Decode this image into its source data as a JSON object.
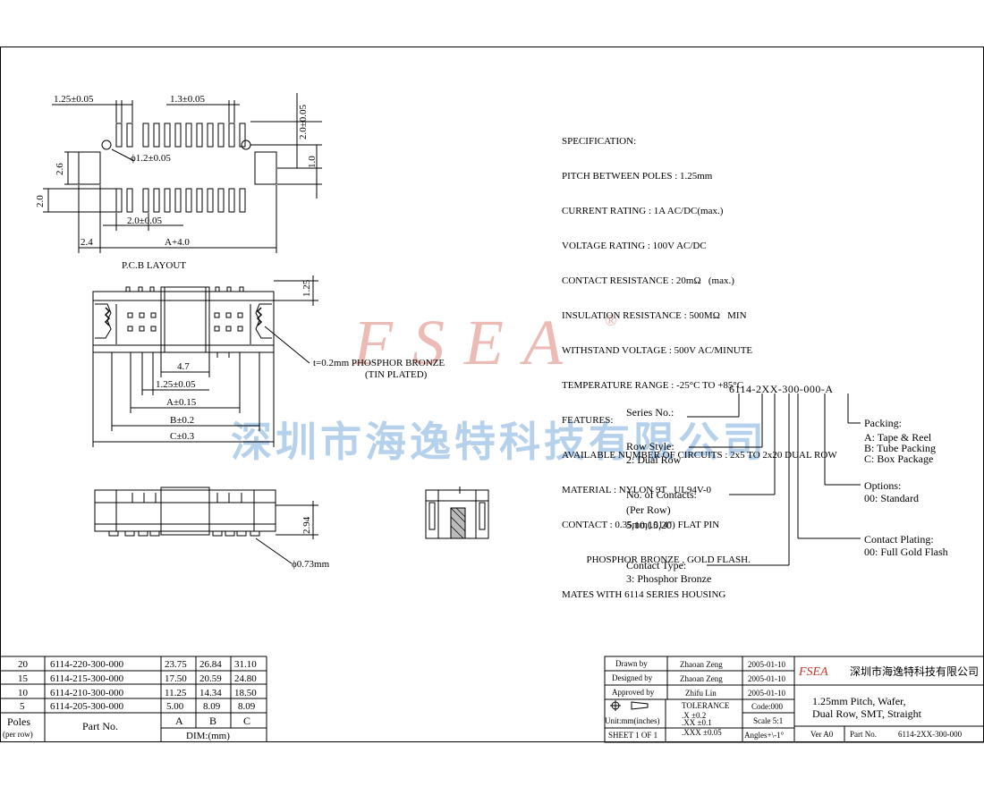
{
  "watermark": {
    "brand": "FSEA",
    "company": "深圳市海逸特科技有限公司",
    "brand_color": "#e8a6a0",
    "company_color": "#9fc3e6"
  },
  "pcb": {
    "title": "P.C.B LAYOUT",
    "dim_pitch_left": "1.25±0.05",
    "dim_pitch_top": "1.3±0.05",
    "dim_hole": "ϕ1.2±0.05",
    "dim_2_6": "2.6",
    "dim_2_0_left": "2.0",
    "dim_2_0_mid": "2.0±0.05",
    "dim_2_4": "2.4",
    "dim_a4": "A+4.0",
    "dim_right_top": "2.0±0.05",
    "dim_right_1": "1.0"
  },
  "front": {
    "dim_1_25": "1.25",
    "dim_4_7": "4.7",
    "dim_pitch": "1.25±0.05",
    "dim_a": "A±0.15",
    "dim_b": "B±0.2",
    "dim_c": "C±0.3",
    "note1": "t=0.2mm PHOSPHOR BRONZE",
    "note2": "(TIN PLATED)"
  },
  "side": {
    "dim_2_94": "2.94",
    "dim_pin": "ϕ0.73mm"
  },
  "spec": [
    "SPECIFICATION:",
    "PITCH BETWEEN POLES : 1.25mm",
    "CURRENT RATING : 1A AC/DC(max.)",
    "VOLTAGE RATING : 100V AC/DC",
    "CONTACT RESISTANCE : 20mΩ   (max.)",
    "INSULATION RESISTANCE : 500MΩ   MIN",
    "WITHSTAND VOLTAGE : 500V AC/MINUTE",
    "TEMPERATURE RANGE : -25°C TO +85°C",
    "FEATURES:",
    "AVAILABLE NUMBER OF CIRCUITS : 2x5 TO 2x20 DUAL ROW",
    "MATERIAL : NYLON 9T   UL94V-0",
    "CONTACT : 0.35mm(.014\") FLAT PIN",
    "          PHOSPHOR BRONZE , GOLD FLASH.",
    "MATES WITH 6114 SERIES HOUSING"
  ],
  "code": {
    "part": "6114-2XX-300-000-A",
    "series": "Series No.:",
    "row_style": "Row Style:",
    "row_style_val": "2: Dual Row",
    "contacts": "No. of Contacts:",
    "per_row": "(Per Row)",
    "contacts_val": "5,10,15,20",
    "contact_type": "Contact Type:",
    "contact_type_val": "3: Phosphor Bronze",
    "packing": "Packing:",
    "packing_a": "A: Tape & Reel",
    "packing_b": "B: Tube Packing",
    "packing_c": "C: Box Package",
    "options": "Options:",
    "options_val": "00: Standard",
    "plating": "Contact Plating:",
    "plating_val": "00: Full Gold Flash"
  },
  "table": {
    "rows": [
      {
        "poles": "20",
        "part": "6114-220-300-000",
        "a": "23.75",
        "b": "26.84",
        "c": "31.10"
      },
      {
        "poles": "15",
        "part": "6114-215-300-000",
        "a": "17.50",
        "b": "20.59",
        "c": "24.80"
      },
      {
        "poles": "10",
        "part": "6114-210-300-000",
        "a": "11.25",
        "b": "14.34",
        "c": "18.50"
      },
      {
        "poles": "5",
        "part": "6114-205-300-000",
        "a": "5.00",
        "b": "8.09",
        "c": "8.09"
      }
    ],
    "h_poles": "Poles",
    "h_per_row": "(per row)",
    "h_part": "Part No.",
    "h_a": "A",
    "h_b": "B",
    "h_c": "C",
    "h_dim": "DIM:(mm)"
  },
  "title_block": {
    "drawn_lbl": "Drawn   by",
    "drawn": "Zhaoan Zeng",
    "drawn_date": "2005-01-10",
    "designed_lbl": "Designed  by",
    "designed": "Zhaoan Zeng",
    "designed_date": "2005-01-10",
    "approved_lbl": "Approved  by",
    "approved": "Zhifu Lin",
    "approved_date": "2005-01-10",
    "units": "Unit:mm(inches)",
    "tolerance": "TOLERANCE",
    "tol_x": ".X      ±0.2",
    "tol_xx": ".XX     ±0.1",
    "tol_xxx": ".XXX   ±0.05",
    "code": "Code:000",
    "scale": "Scale 5:1",
    "angles": "Angles+\\-1°",
    "sheet": "SHEET 1 OF 1",
    "logo": "FSEA",
    "company": "深圳市海逸特科技有限公司",
    "title1": "1.25mm Pitch, Wafer,",
    "title2": "Dual Row, SMT, Straight",
    "ver": "Ver A0",
    "part_lbl": "Part No.",
    "part": "6114-2XX-300-000"
  }
}
